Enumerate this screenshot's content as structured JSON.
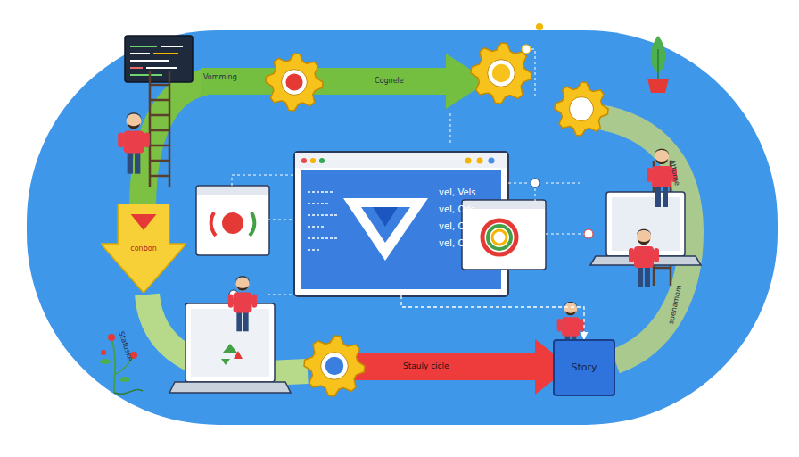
{
  "diagram": {
    "nodes": [
      {
        "text": [
          "veI, Vels",
          "veI, Ods",
          "veI, Ods",
          "veI, Ods"
        ]
      },
      {
        "text": [
          "conbon"
        ]
      },
      {
        "text": [
          "Story"
        ]
      }
    ],
    "edges": [
      {
        "from": 0,
        "to": 2,
        "arrow": "to"
      }
    ],
    "labels": [
      "Vomming",
      "Cognele",
      "Attume",
      "Statuske",
      "Stauly cicle",
      "soenamom"
    ]
  }
}
